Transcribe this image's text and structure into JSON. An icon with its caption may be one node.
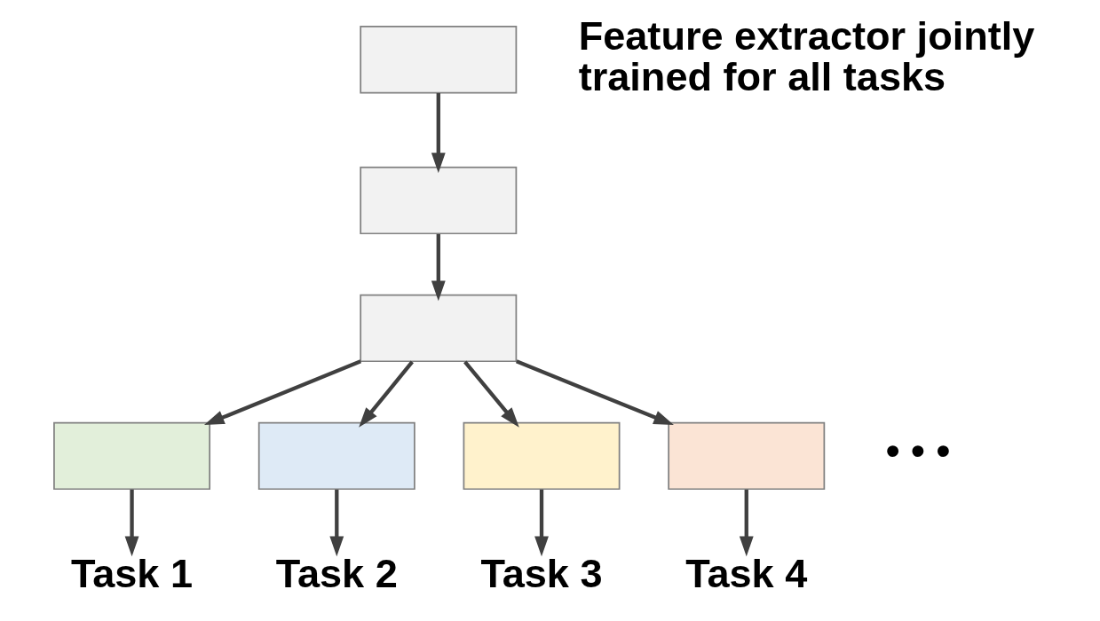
{
  "diagram": {
    "nodes": [
      {
        "text": [],
        "shape": "box"
      },
      {
        "text": [],
        "shape": "box"
      },
      {
        "text": [],
        "shape": "box"
      },
      {
        "text": [],
        "shape": "box"
      },
      {
        "text": [],
        "shape": "box"
      },
      {
        "text": [],
        "shape": "box"
      },
      {
        "text": [],
        "shape": "box"
      },
      {
        "text": [
          "Task 1"
        ]
      },
      {
        "text": [
          "Task 2"
        ]
      },
      {
        "text": [
          "Task 3"
        ]
      },
      {
        "text": [
          "Task 4"
        ]
      }
    ],
    "edges": [
      {
        "from": 0,
        "to": 1,
        "arrow": "to"
      },
      {
        "from": 1,
        "to": 2,
        "arrow": "to"
      },
      {
        "from": 2,
        "to": 3,
        "arrow": "to"
      },
      {
        "from": 2,
        "to": 4,
        "arrow": "to"
      },
      {
        "from": 2,
        "to": 5,
        "arrow": "to"
      },
      {
        "from": 2,
        "to": 6,
        "arrow": "to"
      },
      {
        "from": 3,
        "to": 7,
        "arrow": "to"
      },
      {
        "from": 4,
        "to": 8,
        "arrow": "to"
      },
      {
        "from": 5,
        "to": 9,
        "arrow": "to"
      },
      {
        "from": 6,
        "to": 10,
        "arrow": "to"
      }
    ],
    "labels": [
      "Feature extractor jointly trained for all tasks",
      "• • •"
    ]
  }
}
